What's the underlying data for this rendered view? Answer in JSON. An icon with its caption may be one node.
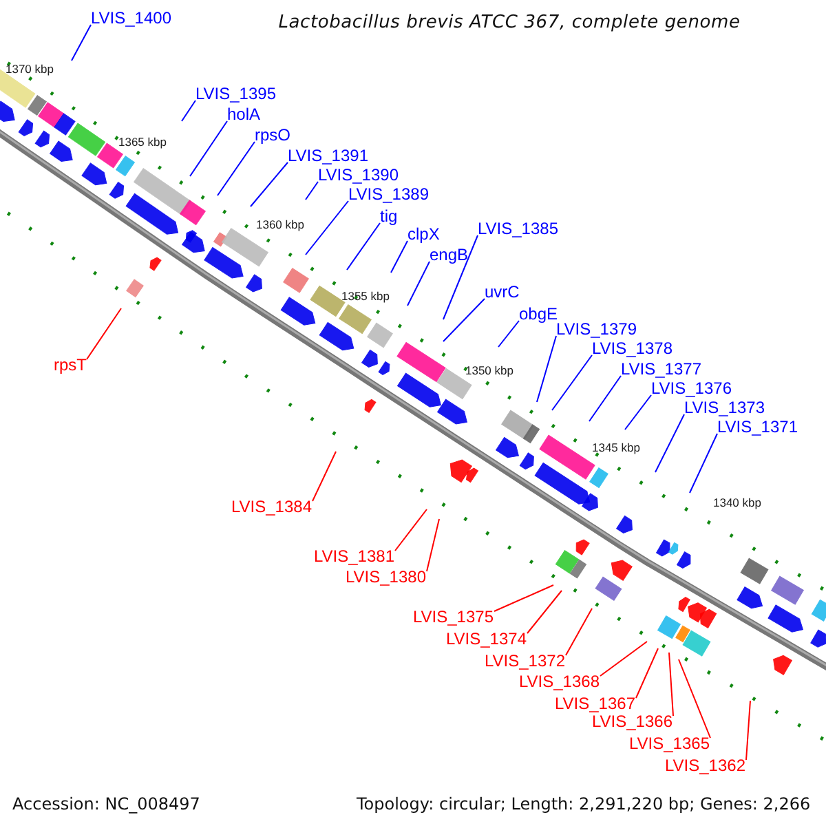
{
  "diagram": {
    "title": "Lactobacillus brevis ATCC 367, complete genome",
    "nodes": [
      {
        "text": [
          "LVIS_1400"
        ]
      },
      {
        "text": [
          "LVIS_1395"
        ]
      },
      {
        "text": [
          "holA"
        ]
      },
      {
        "text": [
          "rpsO"
        ]
      },
      {
        "text": [
          "LVIS_1391"
        ]
      },
      {
        "text": [
          "LVIS_1390"
        ]
      },
      {
        "text": [
          "LVIS_1389"
        ]
      },
      {
        "text": [
          "tig"
        ]
      },
      {
        "text": [
          "clpX"
        ]
      },
      {
        "text": [
          "engB"
        ]
      },
      {
        "text": [
          "LVIS_1385"
        ]
      },
      {
        "text": [
          "uvrC"
        ]
      },
      {
        "text": [
          "obgE"
        ]
      },
      {
        "text": [
          "LVIS_1379"
        ]
      },
      {
        "text": [
          "LVIS_1378"
        ]
      },
      {
        "text": [
          "LVIS_1377"
        ]
      },
      {
        "text": [
          "LVIS_1376"
        ]
      },
      {
        "text": [
          "LVIS_1373"
        ]
      },
      {
        "text": [
          "LVIS_1371"
        ]
      },
      {
        "text": [
          "rpsT"
        ]
      },
      {
        "text": [
          "LVIS_1384"
        ]
      },
      {
        "text": [
          "LVIS_1381"
        ]
      },
      {
        "text": [
          "LVIS_1380"
        ]
      },
      {
        "text": [
          "LVIS_1375"
        ]
      },
      {
        "text": [
          "LVIS_1374"
        ]
      },
      {
        "text": [
          "LVIS_1372"
        ]
      },
      {
        "text": [
          "LVIS_1368"
        ]
      },
      {
        "text": [
          "LVIS_1367"
        ]
      },
      {
        "text": [
          "LVIS_1366"
        ]
      },
      {
        "text": [
          "LVIS_1365"
        ]
      },
      {
        "text": [
          "LVIS_1362"
        ]
      }
    ],
    "edges": [
      {
        "from": 0,
        "to": null,
        "arrow": "none"
      },
      {
        "from": 1,
        "to": null,
        "arrow": "none"
      },
      {
        "from": 2,
        "to": null,
        "arrow": "none"
      },
      {
        "from": 3,
        "to": null,
        "arrow": "none"
      },
      {
        "from": 4,
        "to": null,
        "arrow": "none"
      },
      {
        "from": 5,
        "to": null,
        "arrow": "none"
      },
      {
        "from": 6,
        "to": null,
        "arrow": "none"
      },
      {
        "from": 7,
        "to": null,
        "arrow": "none"
      },
      {
        "from": 8,
        "to": null,
        "arrow": "none"
      },
      {
        "from": 9,
        "to": null,
        "arrow": "none"
      },
      {
        "from": 10,
        "to": null,
        "arrow": "none"
      },
      {
        "from": 11,
        "to": null,
        "arrow": "none"
      },
      {
        "from": 12,
        "to": null,
        "arrow": "none"
      },
      {
        "from": 13,
        "to": null,
        "arrow": "none"
      },
      {
        "from": 14,
        "to": null,
        "arrow": "none"
      },
      {
        "from": 15,
        "to": null,
        "arrow": "none"
      },
      {
        "from": 16,
        "to": null,
        "arrow": "none"
      },
      {
        "from": 17,
        "to": null,
        "arrow": "none"
      },
      {
        "from": 18,
        "to": null,
        "arrow": "none"
      },
      {
        "from": 19,
        "to": null,
        "arrow": "none",
        "color": "#ff0000"
      },
      {
        "from": 20,
        "to": null,
        "arrow": "none",
        "color": "#ff0000"
      },
      {
        "from": 21,
        "to": null,
        "arrow": "none",
        "color": "#ff0000"
      },
      {
        "from": 22,
        "to": null,
        "arrow": "none",
        "color": "#ff0000"
      },
      {
        "from": 23,
        "to": null,
        "arrow": "none",
        "color": "#ff0000"
      },
      {
        "from": 24,
        "to": null,
        "arrow": "none",
        "color": "#ff0000"
      },
      {
        "from": 25,
        "to": null,
        "arrow": "none",
        "color": "#ff0000"
      },
      {
        "from": 26,
        "to": null,
        "arrow": "none",
        "color": "#ff0000"
      },
      {
        "from": 27,
        "to": null,
        "arrow": "none",
        "color": "#ff0000"
      },
      {
        "from": 28,
        "to": null,
        "arrow": "none",
        "color": "#ff0000"
      },
      {
        "from": 29,
        "to": null,
        "arrow": "none",
        "color": "#ff0000"
      },
      {
        "from": 30,
        "to": null,
        "arrow": "none",
        "color": "#ff0000"
      }
    ],
    "labels": [
      "1370 kbp",
      "1365 kbp",
      "1360 kbp",
      "1355 kbp",
      "1350 kbp",
      "1345 kbp",
      "1340 kbp",
      "Accession: NC_008497",
      "Topology: circular; Length: 2,291,220 bp; Genes: 2,266"
    ]
  }
}
